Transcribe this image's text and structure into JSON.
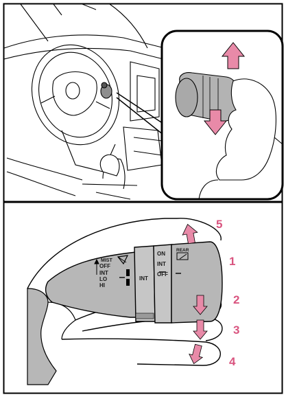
{
  "colors": {
    "outline": "#000000",
    "lever_fill": "#b7b7b7",
    "lever_dark": "#8e8e8e",
    "arrow_pink": "#e88aa8",
    "number_pink": "#d9547f",
    "inset_gray": "#a9a9a9"
  },
  "front_switch": {
    "mist": "MIST",
    "off": "OFF",
    "int": "INT",
    "lo": "LO",
    "hi": "HI",
    "ring_label": "INT"
  },
  "rear_switch": {
    "on": "ON",
    "int": "INT",
    "off": "OFF",
    "rear": "REAR"
  },
  "positions": [
    "5",
    "1",
    "2",
    "3",
    "4"
  ],
  "icons": {
    "top_arrows": [
      "arrow-up-icon",
      "arrow-down-icon"
    ],
    "front_washer": "windshield-wiper-icon",
    "rear_washer": "rear-wiper-icon"
  }
}
